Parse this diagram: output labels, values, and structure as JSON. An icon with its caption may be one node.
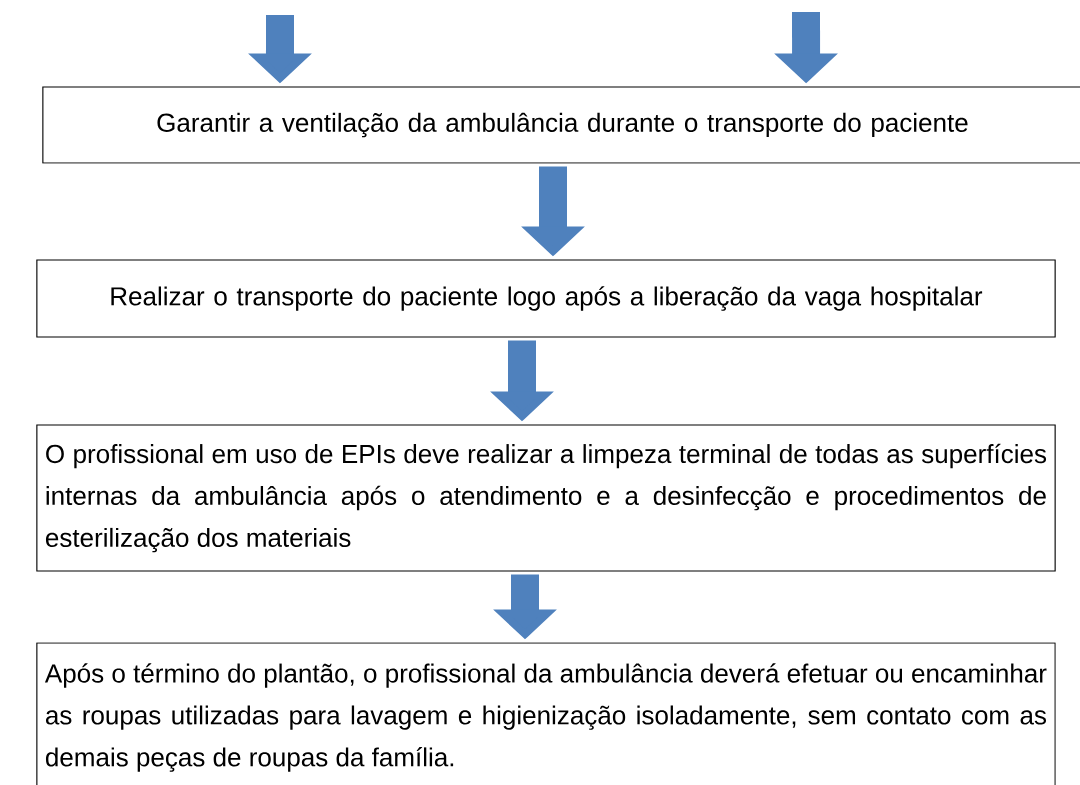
{
  "diagram": {
    "nodes": [
      {
        "text": [
          "Garantir a ventilação da ambulância durante o transporte do paciente"
        ]
      },
      {
        "text": [
          "Realizar o transporte do paciente logo após a liberação da vaga hospitalar"
        ]
      },
      {
        "text": [
          "O profissional em uso de EPIs deve realizar a limpeza terminal de todas as superfícies internas da ambulância após o atendimento e a desinfecção e procedimentos de esterilização dos materiais"
        ]
      },
      {
        "text": [
          "Após o término do plantão, o profissional da ambulância deverá efetuar ou encaminhar as roupas utilizadas para lavagem e higienização isoladamente, sem contato com as demais peças de roupas da família."
        ]
      }
    ],
    "edges": [
      {
        "from": null,
        "to": 0,
        "arrow": "to"
      },
      {
        "from": null,
        "to": 0,
        "arrow": "to"
      },
      {
        "from": 0,
        "to": 1,
        "arrow": "to"
      },
      {
        "from": 1,
        "to": 2,
        "arrow": "to"
      },
      {
        "from": 2,
        "to": 3,
        "arrow": "to"
      }
    ]
  }
}
